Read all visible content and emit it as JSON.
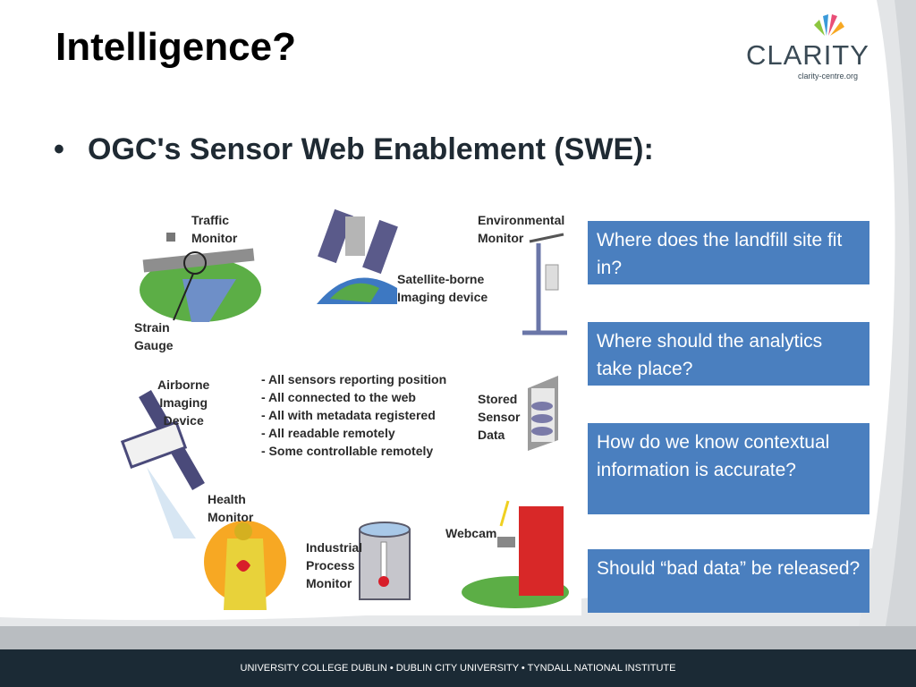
{
  "slide": {
    "title": "Intelligence?",
    "bullet": "OGC's Sensor Web Enablement (SWE):",
    "bullet_marker": "•"
  },
  "logo": {
    "word": "CLARITY",
    "url": "clarity-centre.org"
  },
  "diagram": {
    "labels": {
      "traffic_monitor": "Traffic\nMonitor",
      "satellite": "Satellite-borne\nImaging device",
      "environmental_monitor": "Environmental\nMonitor",
      "strain_gauge": "Strain\nGauge",
      "airborne": "Airborne\nImaging\nDevice",
      "stored_sensor": "Stored\nSensor\nData",
      "health_monitor": "Health\nMonitor",
      "industrial": "Industrial\nProcess\nMonitor",
      "webcam": "Webcam"
    },
    "bullets": [
      "- All sensors reporting position",
      "- All connected to the web",
      "- All with metadata registered",
      "- All readable remotely",
      "- Some controllable remotely"
    ]
  },
  "questions": [
    "Where does the landfill site fit in?",
    "Where should the analytics take place?",
    "How do we know contextual information is accurate?",
    "Should “bad data” be released?"
  ],
  "footer": "UNIVERSITY COLLEGE DUBLIN  •  DUBLIN CITY UNIVERSITY  •  TYNDALL NATIONAL INSTITUTE",
  "colors": {
    "question_box": "#4a7fbf",
    "footer_bg": "#1b2a35",
    "footer_band": "#b9bdc1"
  }
}
